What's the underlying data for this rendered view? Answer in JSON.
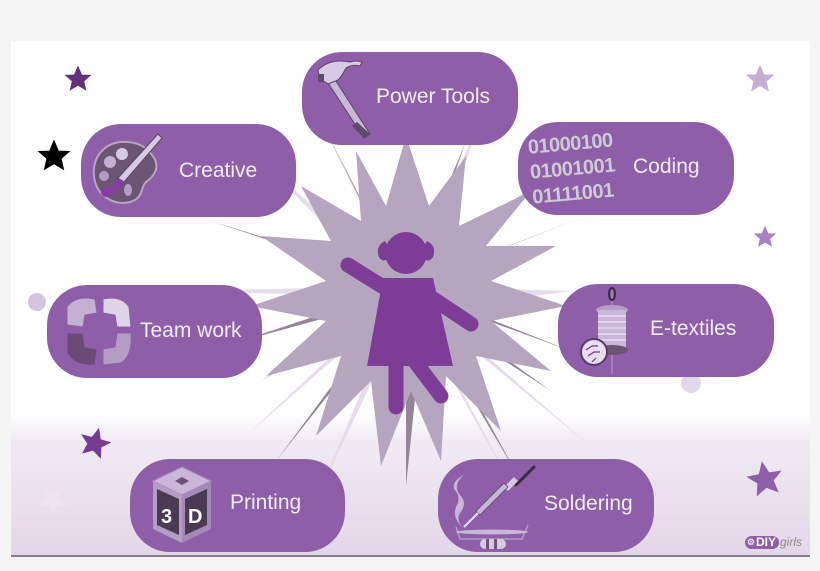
{
  "colors": {
    "page_bg": "#f5f5f5",
    "pill": "#8e5fa8",
    "pill_text": "#f1ecf4",
    "figure": "#7d3c96",
    "burst_light": "#e6dcec",
    "burst_dark": "#968599",
    "burst_mid": "#b5a5bf"
  },
  "center": {
    "figure": "girl-figure"
  },
  "skills": [
    {
      "id": "power-tools",
      "label": "Power Tools",
      "icon": "hammer-icon"
    },
    {
      "id": "creative",
      "label": "Creative",
      "icon": "palette-icon"
    },
    {
      "id": "coding",
      "label": "Coding",
      "icon": "binary-code-icon",
      "binary": [
        "01000100",
        "01001001",
        "01111001"
      ]
    },
    {
      "id": "team-work",
      "label": "Team work",
      "icon": "clasped-hands-icon"
    },
    {
      "id": "e-textiles",
      "label": "E-textiles",
      "icon": "thread-spool-icon"
    },
    {
      "id": "printing",
      "label": "Printing",
      "icon": "3d-cube-icon",
      "cube_text": [
        "3",
        "D"
      ]
    },
    {
      "id": "soldering",
      "label": "Soldering",
      "icon": "soldering-iron-icon"
    }
  ],
  "logo": {
    "badge": "DIY",
    "text": "girls",
    "gear": "⚙"
  }
}
